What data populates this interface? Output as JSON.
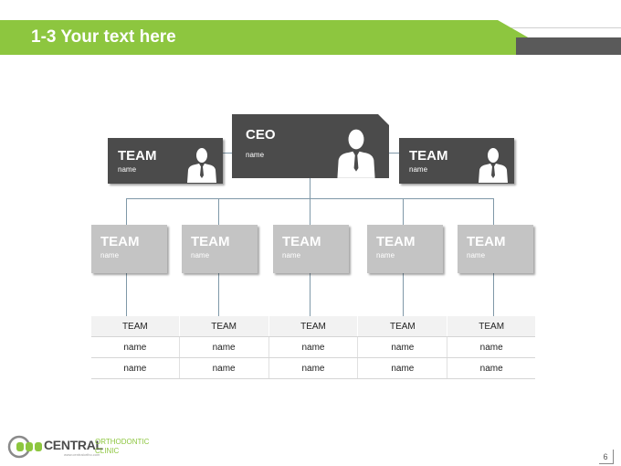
{
  "header": {
    "title": "1-3 Your text here"
  },
  "org": {
    "ceo": {
      "label": "CEO",
      "name": "name"
    },
    "top_left": {
      "label": "TEAM",
      "name": "name"
    },
    "top_right": {
      "label": "TEAM",
      "name": "name"
    },
    "teams": [
      {
        "label": "TEAM",
        "name": "name"
      },
      {
        "label": "TEAM",
        "name": "name"
      },
      {
        "label": "TEAM",
        "name": "name"
      },
      {
        "label": "TEAM",
        "name": "name"
      },
      {
        "label": "TEAM",
        "name": "name"
      }
    ]
  },
  "table": {
    "headers": [
      "TEAM",
      "TEAM",
      "TEAM",
      "TEAM",
      "TEAM"
    ],
    "rows": [
      [
        "name",
        "name",
        "name",
        "name",
        "name"
      ],
      [
        "name",
        "name",
        "name",
        "name",
        "name"
      ]
    ]
  },
  "footer": {
    "logo_central": "CENTRAL",
    "logo_orthodontic": "ORTHODONTIC",
    "logo_clinic": "CLINIC",
    "logo_url": "www.centralortho.com",
    "page_number": "6"
  },
  "colors": {
    "accent": "#8dc63f",
    "dark_box": "#4b4b4b",
    "light_box": "#c4c4c4",
    "connector": "#7f98a8"
  }
}
